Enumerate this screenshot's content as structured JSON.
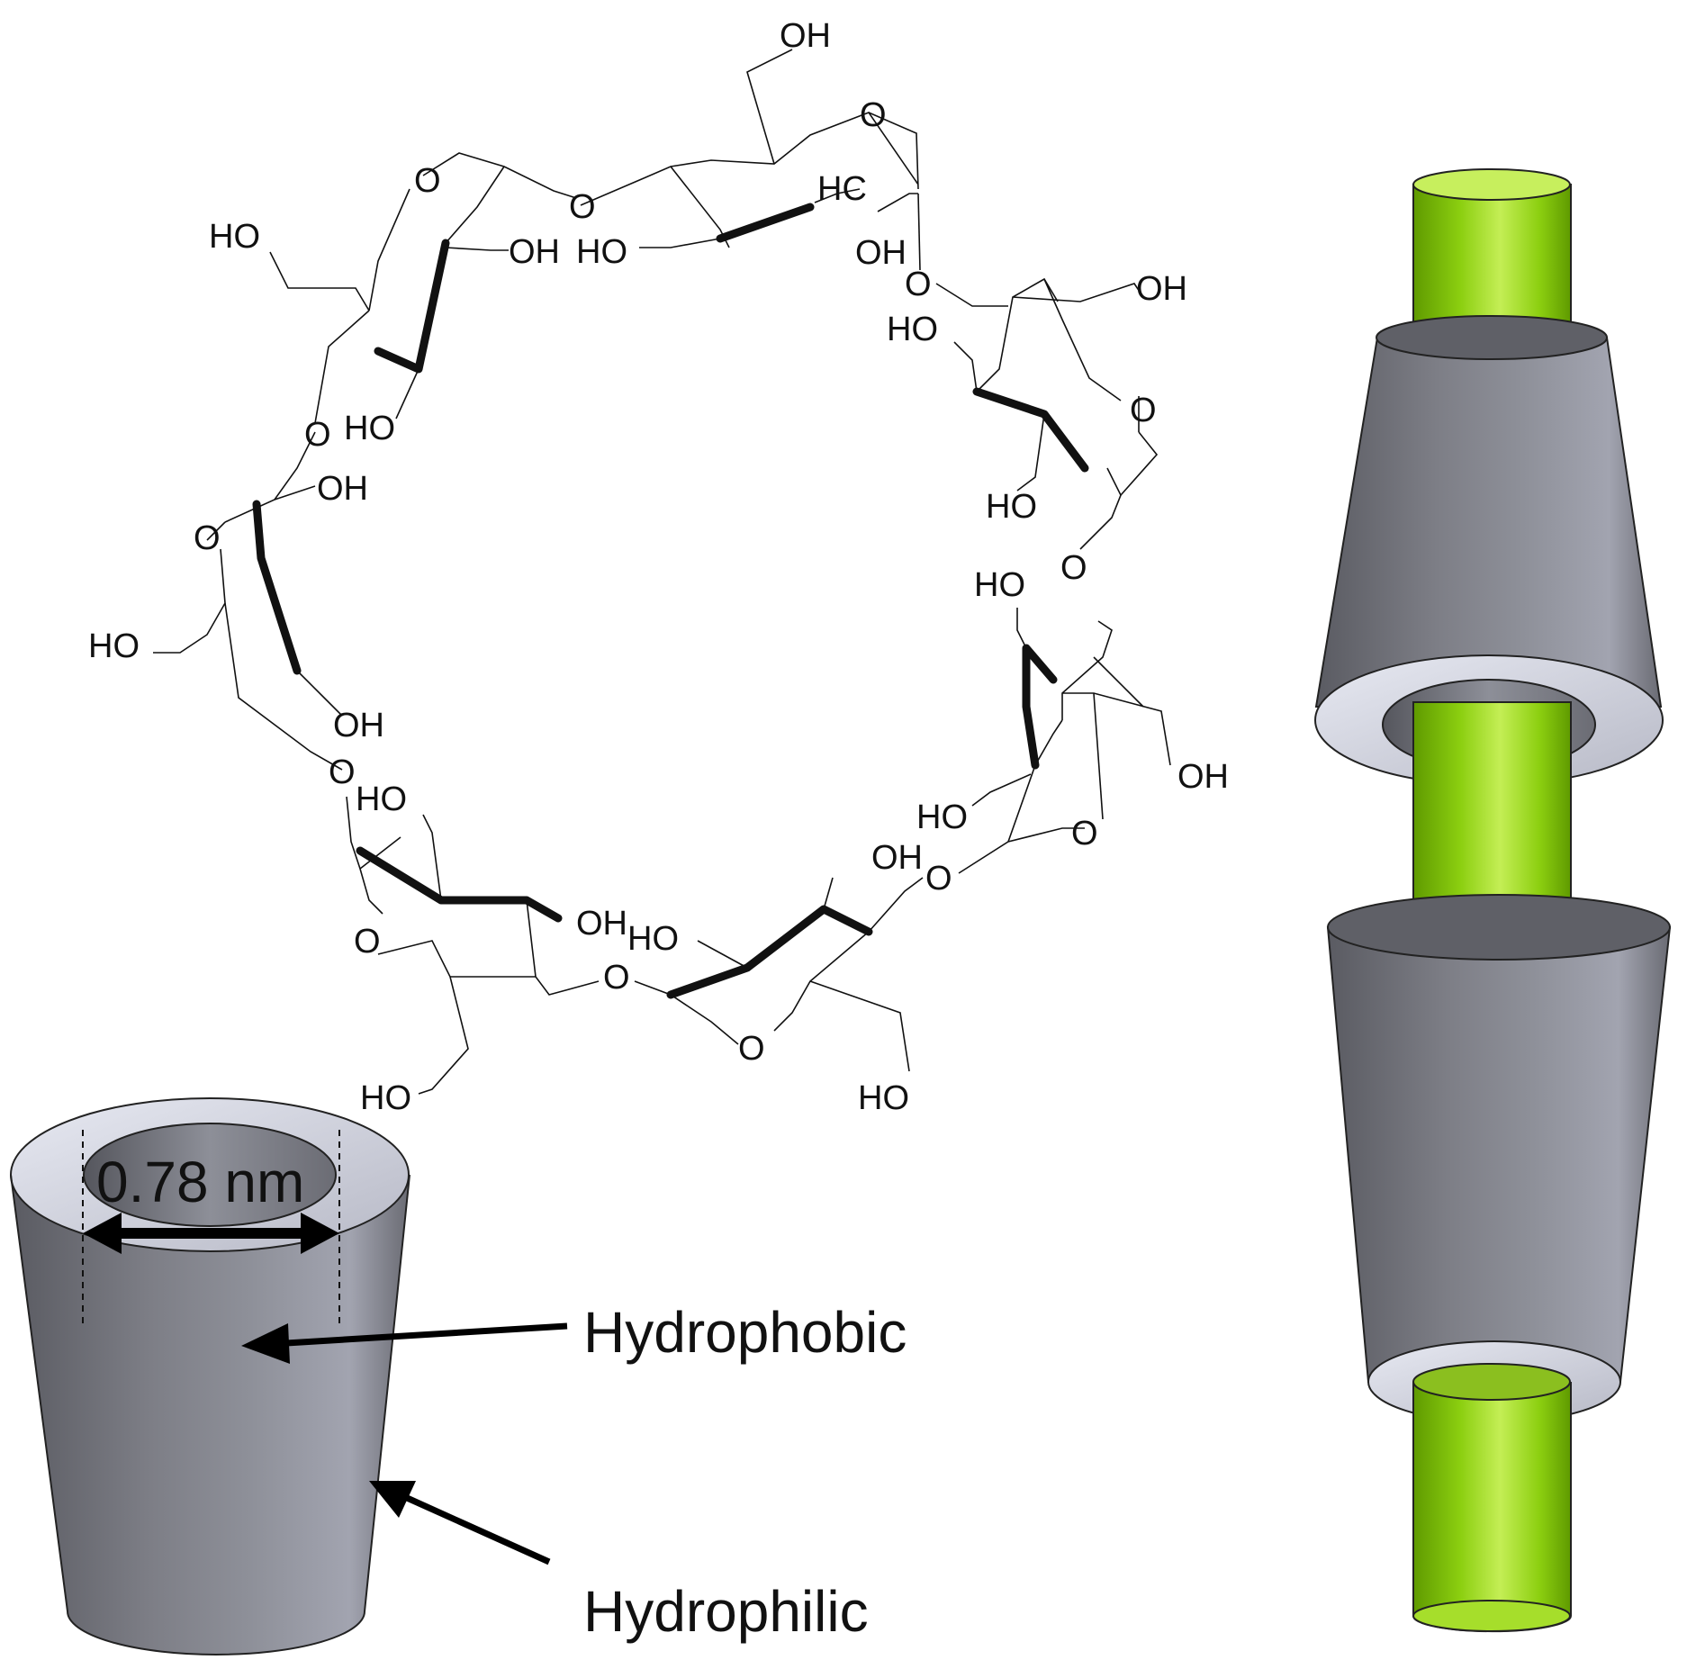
{
  "molecule": {
    "ring_oxygen": "O",
    "hydroxyl": "OH",
    "hydroxyl_left": "HO",
    "methine": "HC"
  },
  "cone_diagram": {
    "dimension_label": "0.78 nm",
    "inner_label": "Hydrophobic",
    "outer_label": "Hydrophilic"
  },
  "colors": {
    "cone_body": "#6f7078",
    "cone_light": "#c9cbd6",
    "tube_green": "#8ccf10"
  }
}
